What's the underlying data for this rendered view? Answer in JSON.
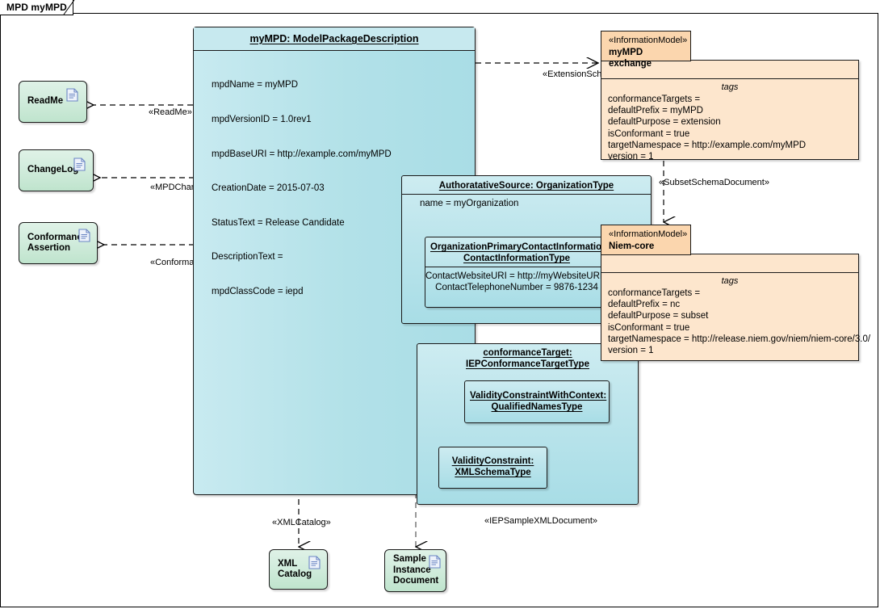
{
  "diagram": {
    "frame_label": "MPD myMPD"
  },
  "package": {
    "title": "myMPD: ModelPackageDescription",
    "attributes": [
      "mpdName = myMPD",
      "mpdVersionID = 1.0rev1",
      "mpdBaseURI = http://example.com/myMPD",
      "CreationDate = 2015-07-03",
      "StatusText = Release Candidate",
      "DescriptionText =",
      "mpdClassCode = iepd"
    ]
  },
  "authoratative_source": {
    "title": "AuthoratativeSource: OrganizationType",
    "name_attr": "name = myOrganization",
    "contact": {
      "title_line1": "OrganizationPrimaryContactInformation:",
      "title_line2": "ContactInformationType",
      "attributes": [
        "ContactWebsiteURI = http://myWebsiteURI.com",
        "ContactTelephoneNumber = 9876-1234"
      ]
    }
  },
  "conformance_target": {
    "title": "conformanceTarget: IEPConformanceTargetType",
    "validity_constraint_with_context": {
      "line1": "ValidityConstraintWithContext:",
      "line2": "QualifiedNamesType"
    },
    "validity_constraint": {
      "line1": "ValidityConstraint:",
      "line2": "XMLSchemaType"
    }
  },
  "documents": [
    {
      "id": "readme",
      "label": "ReadMe",
      "icon": "document-icon"
    },
    {
      "id": "changelog",
      "label": "ChangeLog",
      "icon": "document-icon"
    },
    {
      "id": "confassert",
      "label": "Conformance\nAssertion",
      "icon": "document-icon"
    },
    {
      "id": "xmlcat",
      "label": "XML\nCatalog",
      "icon": "document-icon"
    },
    {
      "id": "sampledoc",
      "label": "Sample\nInstance\nDocument",
      "icon": "document-icon"
    }
  ],
  "doc_labels": {
    "readme": "ReadMe",
    "changelog": "ChangeLog",
    "confassert_l1": "Conformance",
    "confassert_l2": "Assertion",
    "xmlcat_l1": "XML",
    "xmlcat_l2": "Catalog",
    "sampledoc_l1": "Sample",
    "sampledoc_l2": "Instance",
    "sampledoc_l3": "Document"
  },
  "information_models": [
    {
      "stereotype": "«InformationModel»",
      "name": "myMPD exchange",
      "section_label": "tags",
      "tags": [
        "conformanceTargets =",
        "defaultPrefix = myMPD",
        "defaultPurpose = extension",
        "isConformant = true",
        "targetNamespace = http://example.com/myMPD",
        "version = 1"
      ]
    },
    {
      "stereotype": "«InformationModel»",
      "name": "Niem-core",
      "section_label": "tags",
      "tags": [
        "conformanceTargets =",
        "defaultPrefix = nc",
        "defaultPurpose = subset",
        "isConformant = true",
        "targetNamespace = http://release.niem.gov/niem/niem-core/3.0/",
        "version = 1"
      ]
    }
  ],
  "edge_labels": {
    "readme": "«ReadMe»",
    "changelog": "«MPDChangeLog»",
    "conformance_assertion": "«ConformanceAssertion»",
    "extension_schema": "«ExtensionSchemaDocument»",
    "subset_schema": "«SubsetSchemaDocument»",
    "xml_catalog": "«XMLCatalog»",
    "iep_sample": "«IEPSampleXMLDocument»"
  },
  "colors": {
    "package_fill": "#b2e1e8",
    "package_header": "#c7e9ef",
    "document_fill": "#d2ecdd",
    "information_model_tab": "#fbd6ae",
    "information_model_body": "#fde6cd",
    "stroke": "#1a1a1a"
  }
}
